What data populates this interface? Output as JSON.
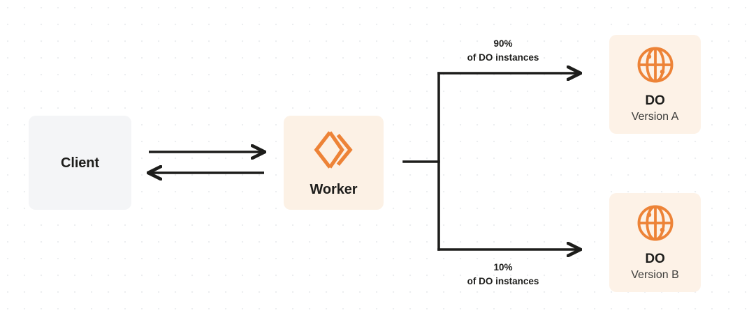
{
  "diagram": {
    "title": "Durable Object gradual rollout diagram",
    "accent_color": "#ed8337",
    "line_color": "#1d1d1b",
    "client_box_color": "#f4f5f7",
    "worker_box_color": "#fcf1e5",
    "do_box_color": "#fdf2e7",
    "background_color": "#ffffff",
    "dot_grid_color": "#eceef0"
  },
  "nodes": {
    "client": {
      "label": "Client",
      "icon": "none"
    },
    "worker": {
      "label": "Worker",
      "icon": "cloudflare-workers-icon"
    },
    "do_a": {
      "label": "DO",
      "sublabel": "Version A",
      "icon": "globe-icon"
    },
    "do_b": {
      "label": "DO",
      "sublabel": "Version B",
      "icon": "globe-icon"
    }
  },
  "edges": {
    "client_to_worker": {
      "direction": "right",
      "label": ""
    },
    "worker_to_client": {
      "direction": "left",
      "label": ""
    },
    "worker_to_do_a": {
      "percent": "90%",
      "description": "of DO instances"
    },
    "worker_to_do_b": {
      "percent": "10%",
      "description": "of DO instances"
    }
  }
}
